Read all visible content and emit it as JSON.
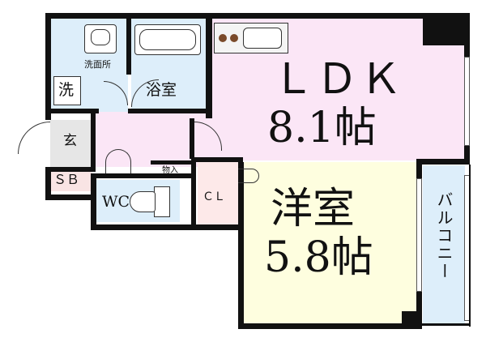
{
  "rooms": {
    "ldk": {
      "name": "ＬＤＫ",
      "size": "8.1帖"
    },
    "western": {
      "name": "洋室",
      "size": "5.8帖"
    },
    "bath": {
      "name": "浴室"
    },
    "washroom": {
      "name": "洗面所"
    },
    "washer": {
      "name": "洗"
    },
    "entrance": {
      "name": "玄"
    },
    "shoebox": {
      "name": "ＳＢ"
    },
    "toilet": {
      "name": "WC"
    },
    "closet": {
      "name": "ＣＬ"
    },
    "storage": {
      "name": "物入"
    },
    "balcony": {
      "name": "バルコニー"
    }
  },
  "colors": {
    "ldk": "#fbe6f6",
    "western": "#fefedf",
    "wet": "#ddeefa",
    "entrance": "#e6e6e6",
    "shoebox": "#f9e4e4",
    "closet": "#fde9e9",
    "wall": "#111111"
  }
}
